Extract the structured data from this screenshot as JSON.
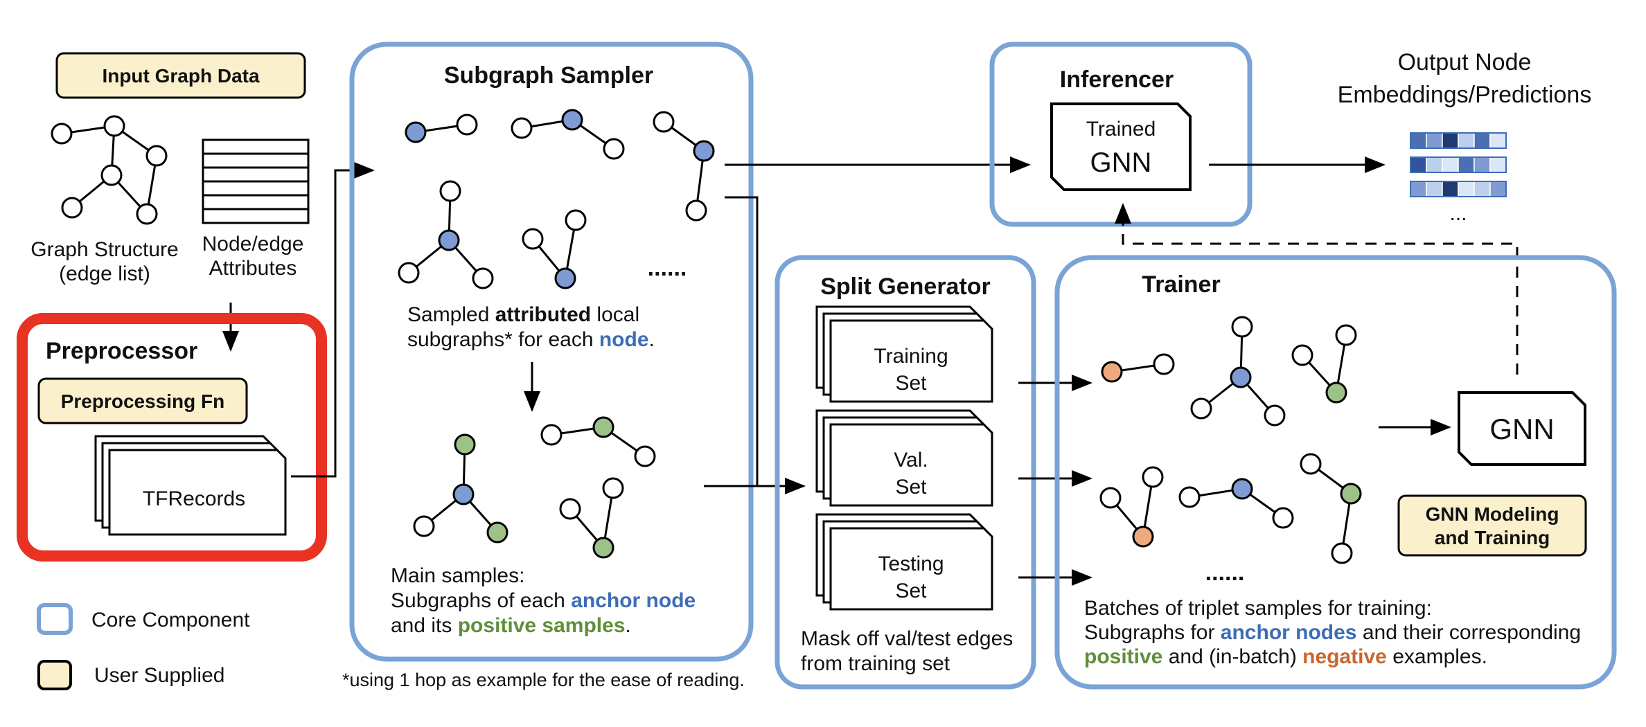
{
  "colors": {
    "core": "#7aa3d6",
    "user_fill": "#fbf0cc",
    "preprocessor_border": "#e83222",
    "anchor": "#7f9bd3",
    "positive": "#9cc288",
    "negative": "#eeaa7e",
    "text_blue": "#3d6db5",
    "text_green": "#5f8f3a",
    "text_orange": "#c9662c"
  },
  "input": {
    "title": "Input Graph Data",
    "graph_label": [
      "Graph Structure",
      "(edge list)"
    ],
    "attr_label": [
      "Node/edge",
      "Attributes"
    ]
  },
  "preprocessor": {
    "title": "Preprocessor",
    "fn_label": "Preprocessing Fn",
    "records_label": "TFRecords"
  },
  "legend": {
    "core": "Core Component",
    "user": "User Supplied"
  },
  "sampler": {
    "title": "Subgraph Sampler",
    "ellipsis": "......",
    "caption_1_a": "Sampled ",
    "caption_1_b": "attributed",
    "caption_1_c": " local",
    "caption_2_a": "subgraphs* for each ",
    "caption_2_b": "node",
    "caption_2_c": ".",
    "main_1": "Main samples:",
    "main_2_a": "Subgraphs of each ",
    "main_2_b": "anchor node",
    "main_3_a": "and its ",
    "main_3_b": "positive samples",
    "main_3_c": ".",
    "footnote": "*using 1 hop as example for the ease of reading."
  },
  "inferencer": {
    "title": "Inferencer",
    "model_line1": "Trained",
    "model_line2": "GNN"
  },
  "output": {
    "line1": "Output Node",
    "line2": "Embeddings/Predictions",
    "ellipsis": "..."
  },
  "split": {
    "title": "Split Generator",
    "sets": [
      {
        "line1": "Training",
        "line2": "Set"
      },
      {
        "line1": "Val.",
        "line2": "Set"
      },
      {
        "line1": "Testing",
        "line2": "Set"
      }
    ],
    "caption_1": "Mask off val/test edges",
    "caption_2": "from training set"
  },
  "trainer": {
    "title": "Trainer",
    "gnn_label": "GNN",
    "modeling_line1": "GNN Modeling",
    "modeling_line2": "and Training",
    "ellipsis": "......",
    "caption_1": "Batches of triplet samples for training:",
    "caption_2_a": "Subgraphs for ",
    "caption_2_b": "anchor nodes",
    "caption_2_c": " and their corresponding",
    "caption_3_a": "positive",
    "caption_3_b": " and (in-batch) ",
    "caption_3_c": "negative",
    "caption_3_d": " examples."
  }
}
